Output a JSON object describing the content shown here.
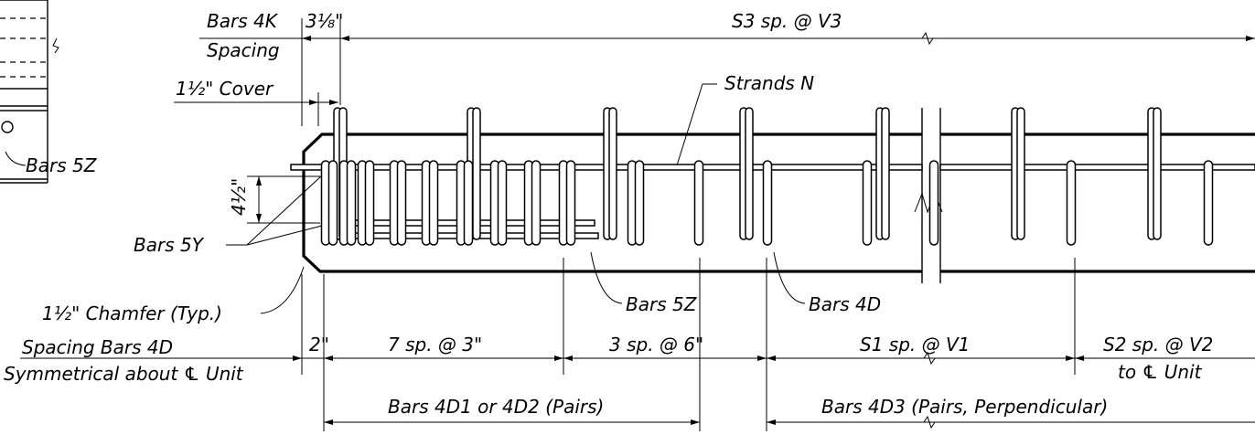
{
  "labels": {
    "bars_4k": "Bars 4K",
    "dim_3_1_8": "3⅛\"",
    "spacing": "Spacing",
    "s3_spacing": "S3 sp. @ V3",
    "cover": "1½\" Cover",
    "strands_n": "Strands N",
    "bars_5z_left": "Bars 5Z",
    "dim_4_1_2": "4½\"",
    "bars_5y": "Bars 5Y",
    "chamfer": "1½\" Chamfer (Typ.)",
    "bars_5z": "Bars 5Z",
    "bars_4d": "Bars 4D",
    "spacing_bars_4d": "Spacing Bars 4D",
    "symmetrical": "Symmetrical about ℄ Unit",
    "dim_2": "2\"",
    "seven_sp": "7 sp. @ 3\"",
    "three_sp": "3 sp. @ 6\"",
    "s1_sp": "S1 sp. @ V1",
    "s2_sp": "S2 sp. @ V2",
    "to_cl_unit": "to ℄ Unit",
    "bars_4d1": "Bars 4D1 or 4D2 (Pairs)",
    "bars_4d3": "Bars 4D3 (Pairs, Perpendicular)"
  }
}
